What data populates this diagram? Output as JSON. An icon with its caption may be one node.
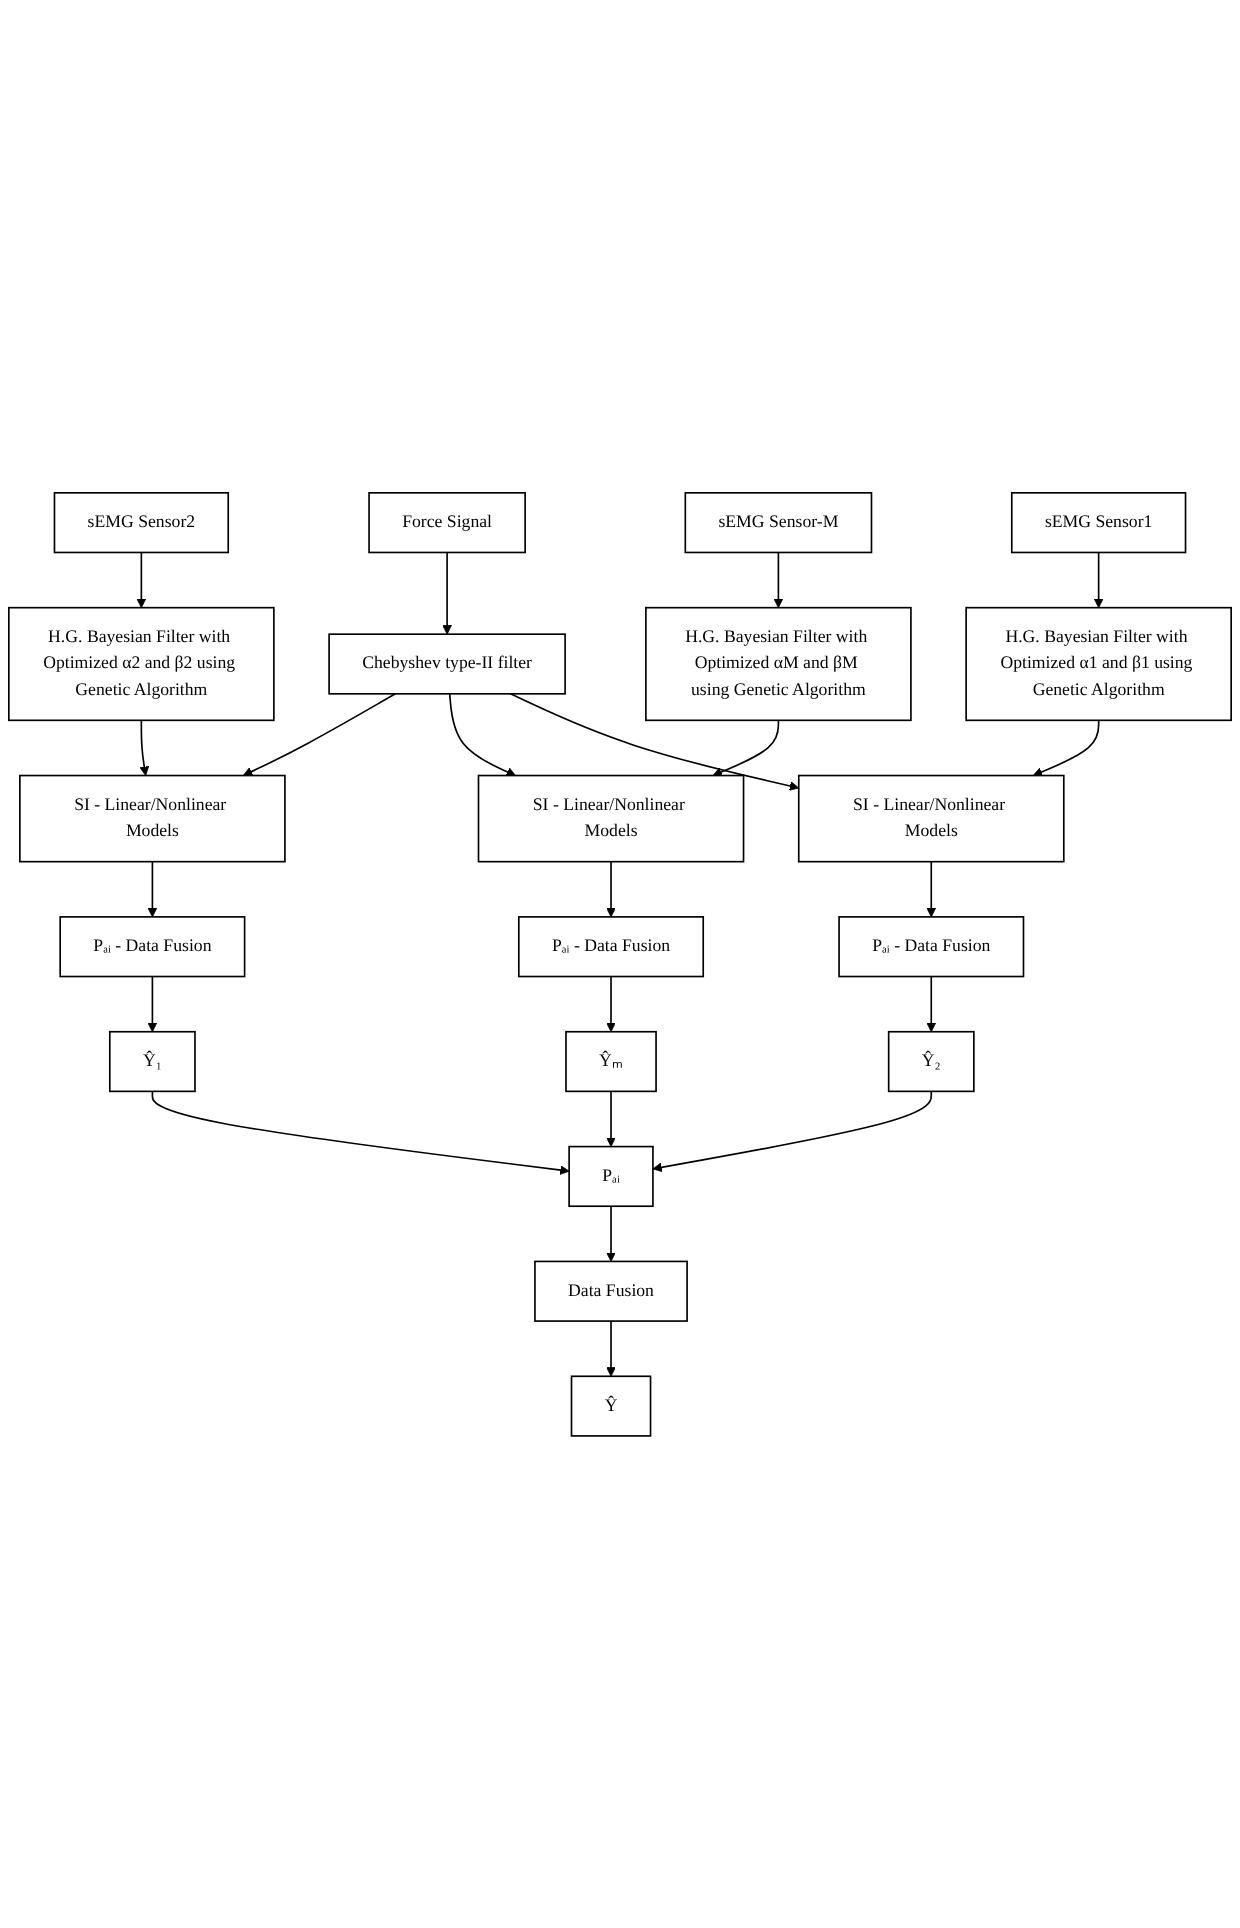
{
  "diagram": {
    "nodes": [
      {
        "text": [
          "Force Signal"
        ]
      },
      {
        "text": [
          "Chebyshev type-II filter"
        ]
      },
      {
        "text": [
          "sEMG Sensor1"
        ]
      },
      {
        "text": [
          "H.G. Bayesian Filter with Optimized α1 and β1 using Genetic Algorithm"
        ]
      },
      {
        "text": [
          "sEMG Sensor-M"
        ]
      },
      {
        "text": [
          "H.G. Bayesian Filter with Optimized αM and βM using Genetic Algorithm"
        ]
      },
      {
        "text": [
          "sEMG Sensor2"
        ]
      },
      {
        "text": [
          "H.G. Bayesian Filter with Optimized α2 and β2 using Genetic Algorithm"
        ]
      },
      {
        "text": [
          "SI - Linear/Nonlinear Models"
        ]
      },
      {
        "text": [
          "SI - Linear/Nonlinear Models"
        ]
      },
      {
        "text": [
          "SI - Linear/Nonlinear Models"
        ]
      },
      {
        "text": [
          "Pₐᵢ - Data Fusion"
        ]
      },
      {
        "text": [
          "Pₐᵢ - Data Fusion"
        ]
      },
      {
        "text": [
          "Pₐᵢ - Data Fusion"
        ]
      },
      {
        "text": [
          "Ŷ₁"
        ]
      },
      {
        "text": [
          "Ŷₘ"
        ]
      },
      {
        "text": [
          "Ŷ₂"
        ]
      },
      {
        "text": [
          "Pₐᵢ"
        ]
      },
      {
        "text": [
          "Data Fusion"
        ]
      },
      {
        "text": [
          "Ŷ"
        ]
      }
    ],
    "edges": [
      {
        "from": 0,
        "to": 1,
        "arrow": "to"
      },
      {
        "from": 2,
        "to": 3,
        "arrow": "to"
      },
      {
        "from": 4,
        "to": 5,
        "arrow": "to"
      },
      {
        "from": 6,
        "to": 7,
        "arrow": "to"
      },
      {
        "from": 1,
        "to": 8,
        "arrow": "to"
      },
      {
        "from": 7,
        "to": 8,
        "arrow": "to"
      },
      {
        "from": 1,
        "to": 9,
        "arrow": "to"
      },
      {
        "from": 5,
        "to": 9,
        "arrow": "to"
      },
      {
        "from": 1,
        "to": 10,
        "arrow": "to"
      },
      {
        "from": 3,
        "to": 10,
        "arrow": "to"
      },
      {
        "from": 8,
        "to": 11,
        "arrow": "to"
      },
      {
        "from": 9,
        "to": 12,
        "arrow": "to"
      },
      {
        "from": 10,
        "to": 13,
        "arrow": "to"
      },
      {
        "from": 11,
        "to": 14,
        "arrow": "to"
      },
      {
        "from": 12,
        "to": 15,
        "arrow": "to"
      },
      {
        "from": 13,
        "to": 16,
        "arrow": "to"
      },
      {
        "from": 14,
        "to": 17,
        "arrow": "to"
      },
      {
        "from": 15,
        "to": 17,
        "arrow": "to"
      },
      {
        "from": 16,
        "to": 17,
        "arrow": "to"
      },
      {
        "from": 17,
        "to": 18,
        "arrow": "to"
      },
      {
        "from": 18,
        "to": 19,
        "arrow": "to"
      }
    ]
  }
}
